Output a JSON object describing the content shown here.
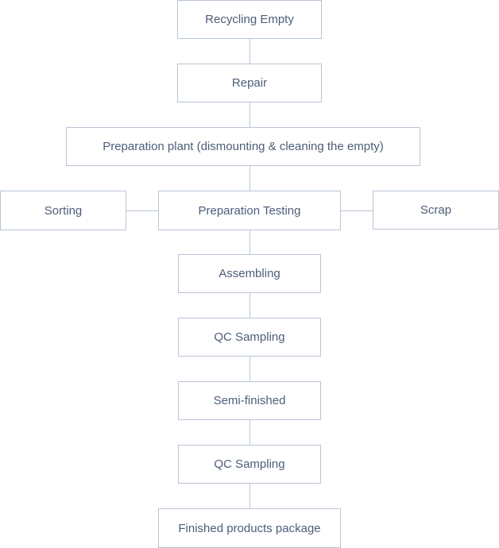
{
  "diagram": {
    "nodes": {
      "recycling_empty": "Recycling Empty",
      "repair": "Repair",
      "preparation_plant": "Preparation plant (dismounting & cleaning the empty)",
      "sorting": "Sorting",
      "preparation_testing": "Preparation Testing",
      "scrap": "Scrap",
      "assembling": "Assembling",
      "qc_sampling_1": "QC Sampling",
      "semi_finished": "Semi-finished",
      "qc_sampling_2": "QC Sampling",
      "finished_products_package": "Finished products package"
    },
    "colors": {
      "border": "#b9c6d5",
      "text": "#4d5d78",
      "background": "#ffffff"
    }
  }
}
